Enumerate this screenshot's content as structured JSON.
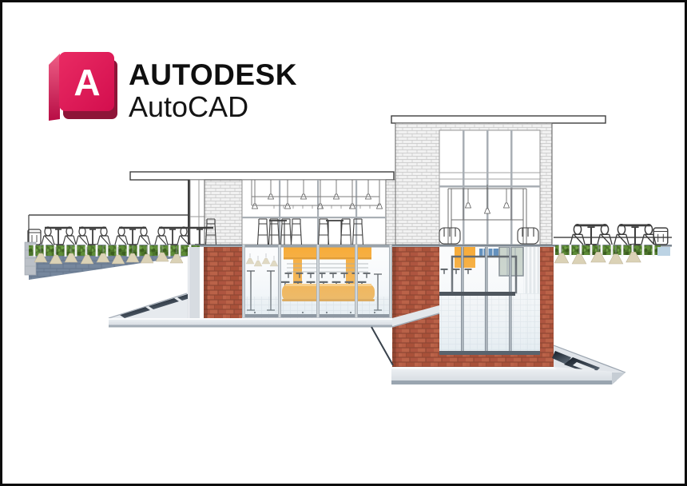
{
  "window": {
    "background": "#FFFFFF",
    "border_color": "#0C0C0C"
  },
  "logo": {
    "badge_letter": "A",
    "brand": "AUTODESK",
    "product": "AutoCAD",
    "badge_icon": "autodesk-a-badge-icon"
  },
  "illustration": {
    "alt": "Architectural cross-section rendering of a brick and glass cafe pavilion with outdoor seating"
  },
  "colors": {
    "brand_pink": "#E2175A",
    "brand_pink_light": "#EE5E86",
    "brand_pink_dark": "#8E1538",
    "text": "#111111",
    "line": "#3E3E3E",
    "hatch_bg": "#F1F1F1",
    "hatch_line": "#C6C6C6",
    "brick": "#B0573F",
    "brick_light": "#BA6248",
    "brick_mortar": "#8E4733",
    "orange": "#F6A01E",
    "orange_deep": "#DE8A0F",
    "hedge": "#4C742B",
    "hedge_dark": "#3C5F20",
    "slate_wall": "#76879D",
    "slate_dark": "#64758B",
    "cream": "#DBD2B6",
    "cream_dark": "#BBB094",
    "slab": "#E6EAEE",
    "slab_edge": "#9AA4AF",
    "skylight": "#1B232E",
    "mullion": "#A9AFB5",
    "frame_dark": "#4E565E",
    "glass": "#EDF2F5",
    "tile_line": "#DFE4E8",
    "blue_accent": "#4C80B4",
    "pale_blue": "#BCD3E4"
  }
}
